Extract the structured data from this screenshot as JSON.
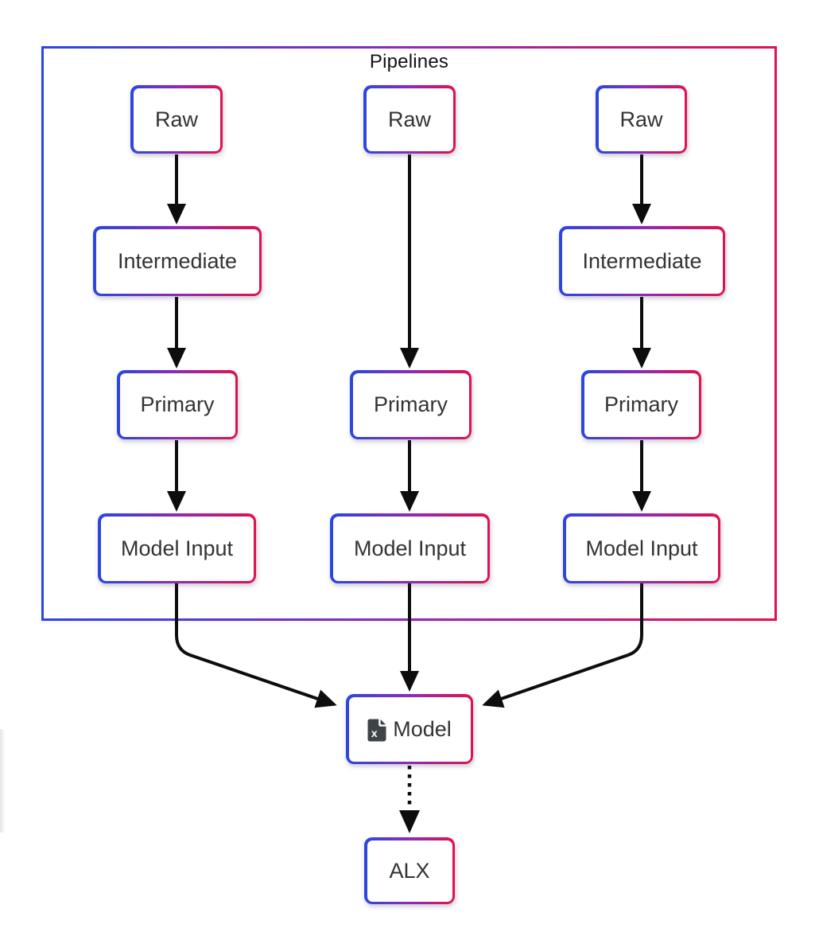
{
  "diagram": {
    "title": "Pipelines",
    "colors": {
      "gradient_start": "#2b46e0",
      "gradient_mid": "#8d2bb4",
      "gradient_end": "#e01150",
      "arrow": "#0d0d0d",
      "node_text": "#333333",
      "node_fill": "#ffffff",
      "icon_fill": "#3e4348"
    },
    "nodes": {
      "raw_left": {
        "label": "Raw"
      },
      "raw_mid": {
        "label": "Raw"
      },
      "raw_right": {
        "label": "Raw"
      },
      "intermediate_left": {
        "label": "Intermediate"
      },
      "intermediate_right": {
        "label": "Intermediate"
      },
      "primary_left": {
        "label": "Primary"
      },
      "primary_mid": {
        "label": "Primary"
      },
      "primary_right": {
        "label": "Primary"
      },
      "model_input_left": {
        "label": "Model Input"
      },
      "model_input_mid": {
        "label": "Model Input"
      },
      "model_input_right": {
        "label": "Model Input"
      },
      "model": {
        "label": "Model",
        "icon": "excel-file-icon",
        "icon_letter": "x"
      },
      "alx": {
        "label": "ALX"
      }
    }
  }
}
